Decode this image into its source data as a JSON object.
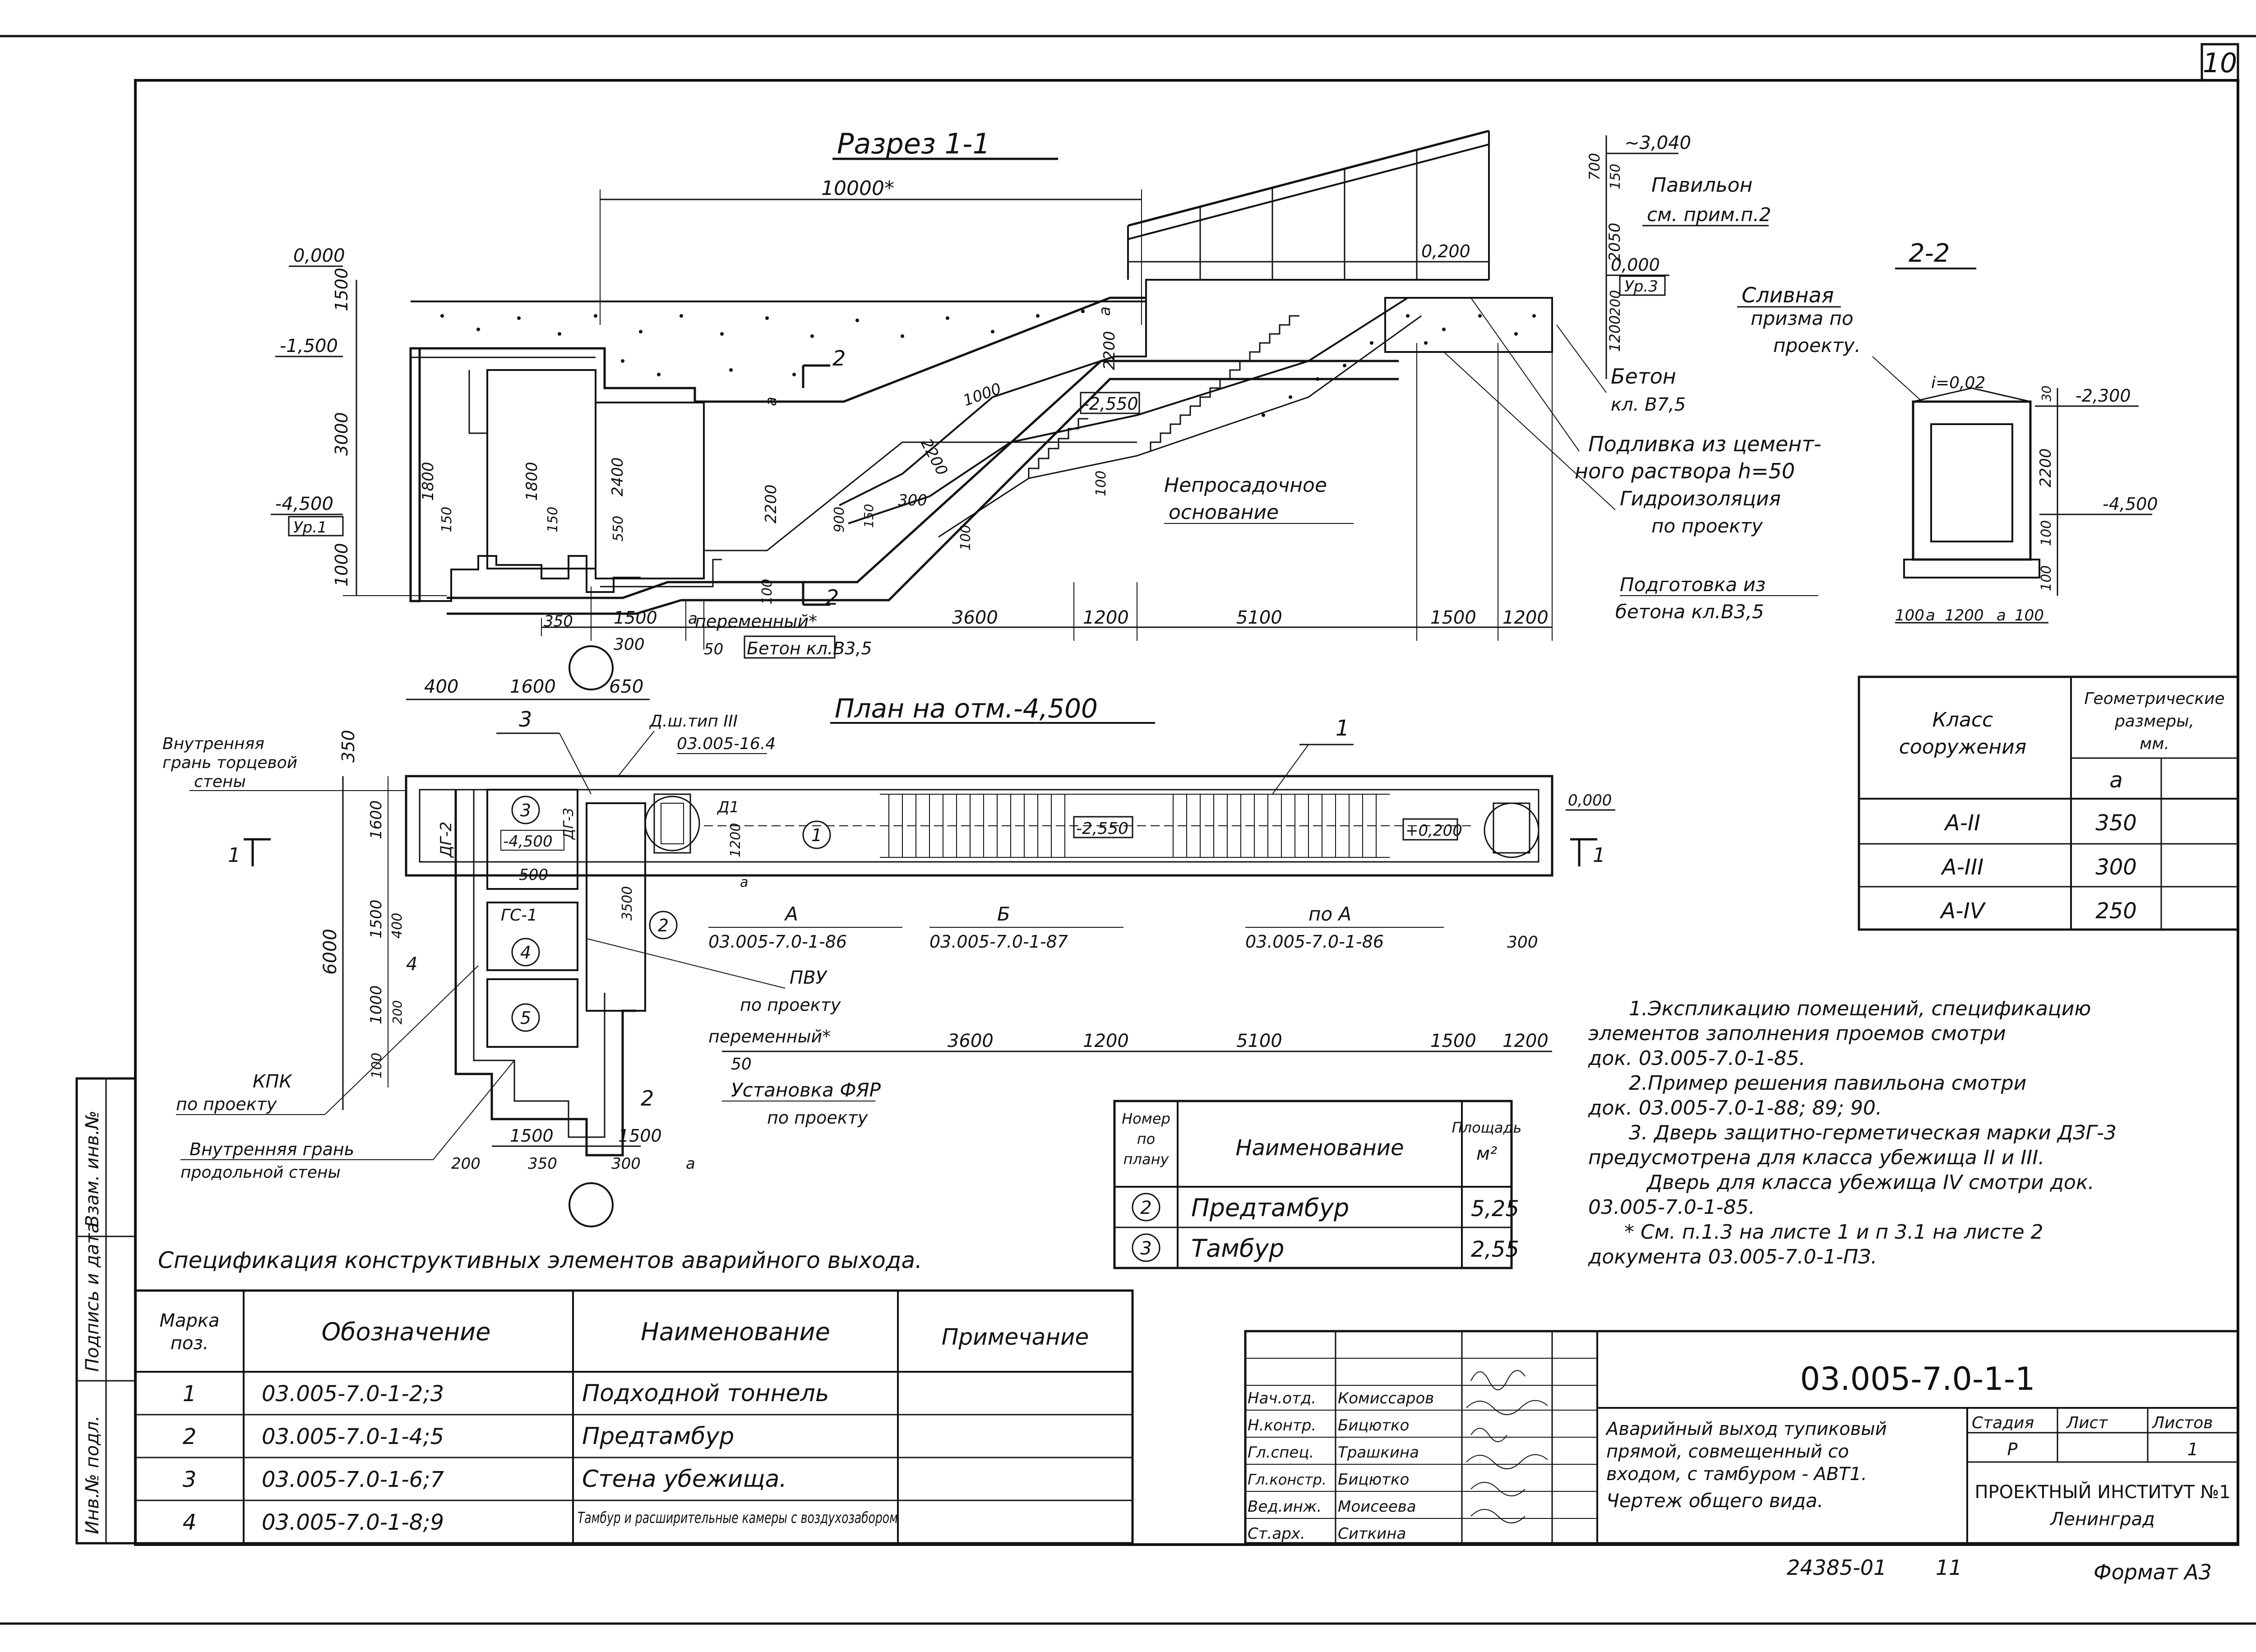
{
  "sheet": {
    "number": "10",
    "format": "Формат А3",
    "archive_no": "24385-01",
    "archive_page": "11"
  },
  "section_1_1": {
    "title": "Разрез 1-1",
    "dims_top": "10000*",
    "elev_roof": "~3,040",
    "pavilion": "Павильон",
    "pavilion_ref": "см. прим.п.2",
    "elev_0200": "0,200",
    "elev_0000": "0,000",
    "elev_ur3": "Ур.3",
    "elev_left_0": "0,000",
    "elev_left_1500": "-1,500",
    "elev_left_4500": "-4,500",
    "elev_ur1": "Ур.1",
    "elev_2550": "-2,550",
    "beton": "Бетон",
    "beton_cls": "кл. В7,5",
    "podlivka": "Подливка из цемент-",
    "podlivka2": "ного раствора h=50",
    "gidro": "Гидроизоляция",
    "gidro2": "по проекту",
    "podgotovka": "Подготовка из",
    "podgotovka2": "бетона кл.В3,5",
    "neprosad": "Непросадочное",
    "neprosad2": "основание",
    "peremenny": "переменный*",
    "beton_bottom": "Бетон кл.В3,5",
    "v_dims": [
      "1500",
      "3000",
      "1000",
      "1800",
      "150",
      "1800",
      "150",
      "2400",
      "550",
      "2200",
      "900",
      "150",
      "300",
      "2200",
      "100",
      "150",
      "700",
      "150",
      "2050",
      "200",
      "1200",
      "1000",
      "2200",
      "100",
      "2200",
      "100"
    ],
    "h_dims": [
      "350",
      "1500",
      "a",
      "300",
      "50",
      "3600",
      "1200",
      "5100",
      "1500",
      "1200"
    ]
  },
  "section_2_2": {
    "title": "2-2",
    "slivnaya": "Сливная",
    "slivnaya2": "призма по",
    "slivnaya3": "проекту.",
    "slope": "i=0,02",
    "elev_2300": "-2,300",
    "elev_4500": "-4,500",
    "dims": [
      "30",
      "2200",
      "100",
      "100",
      "a",
      "1200",
      "a",
      "100"
    ]
  },
  "plan": {
    "title": "План на отм.-4,500",
    "door_type": "Д.ш.тип III",
    "door_ref": "03.005-16.4",
    "label_1": "1",
    "label_3": "3",
    "inner_face": "Внутренняя",
    "inner_face2": "грань торцевой",
    "inner_face3": "стены",
    "kpk": "КПК",
    "kpk2": "по проекту",
    "inner_long": "Внутренняя грань",
    "inner_long2": "продольной стены",
    "pvu": "ПВУ",
    "pvu2": "по проекту",
    "peremenny": "переменный*",
    "ustanovka": "Установка ФЯР",
    "ustanovka2": "по проекту",
    "sec_a": "А",
    "sec_a_ref": "03.005-7.0-1-86",
    "sec_b": "Б",
    "sec_b_ref": "03.005-7.0-1-87",
    "sec_poa": "по А",
    "sec_poa_ref": "03.005-7.0-1-86",
    "elev_4500": "-4,500",
    "elev_2550": "-2,550",
    "elev_0200": "+0,200",
    "elev_0000": "0,000",
    "rooms": [
      "1",
      "2",
      "3",
      "4",
      "5"
    ],
    "gs": "ГС-1",
    "d1": "Д1",
    "dg2": "ДГ-2",
    "dg3": "ДГ-3",
    "top_dims": [
      "400",
      "1600",
      "650",
      "350"
    ],
    "v_dims": [
      "1600",
      "6000",
      "1500",
      "400",
      "1000",
      "200",
      "100",
      "3500",
      "1200",
      "500"
    ],
    "bottom_dims": [
      "50",
      "3600",
      "1200",
      "5100",
      "1500",
      "1200",
      "300",
      "1500",
      "1500",
      "200",
      "350",
      "300",
      "a"
    ]
  },
  "class_table": {
    "h1": "Класс сооружения",
    "h2": "Геометрические размеры, мм.",
    "h3": "a",
    "rows": [
      {
        "cls": "А-II",
        "a": "350"
      },
      {
        "cls": "А-III",
        "a": "300"
      },
      {
        "cls": "А-IV",
        "a": "250"
      }
    ]
  },
  "notes": [
    "1.Экспликацию помещений, спецификацию",
    "элементов заполнения проемов смотри",
    "док. 03.005-7.0-1-85.",
    "2.Пример решения павильона смотри",
    "док. 03.005-7.0-1-88; 89; 90.",
    "3. Дверь защитно-герметическая марки ДЗГ-3",
    "предусмотрена для класса убежища II и III.",
    "Дверь для класса убежища IV смотри док.",
    "03.005-7.0-1-85.",
    "* См. п.1.3 на листе 1 и п 3.1 на листе 2",
    "документа 03.005-7.0-1-ПЗ."
  ],
  "rooms_table": {
    "h_num": "Номер по плану",
    "h_name": "Наименование",
    "h_area": "Площадь м²",
    "rows": [
      {
        "num": "2",
        "name": "Предтамбур",
        "area": "5,25"
      },
      {
        "num": "3",
        "name": "Тамбур",
        "area": "2,55"
      }
    ]
  },
  "spec": {
    "title": "Спецификация конструктивных элементов аварийного выхода.",
    "headers": [
      "Марка поз.",
      "Обозначение",
      "Наименование",
      "Примечание"
    ],
    "rows": [
      {
        "pos": "1",
        "code": "03.005-7.0-1-2;3",
        "name": "Подходной тоннель",
        "note": ""
      },
      {
        "pos": "2",
        "code": "03.005-7.0-1-4;5",
        "name": "Предтамбур",
        "note": ""
      },
      {
        "pos": "3",
        "code": "03.005-7.0-1-6;7",
        "name": "Стена убежища.",
        "note": ""
      },
      {
        "pos": "4",
        "code": "03.005-7.0-1-8;9",
        "name": "Тамбур и расширительные камеры с воздухозабором",
        "note": ""
      }
    ]
  },
  "side_stamp": [
    "Инв.№ подл.",
    "Подпись и дата",
    "Взам. инв.№"
  ],
  "title_block": {
    "code": "03.005-7.0-1-1",
    "roles": [
      {
        "role": "Нач.отд.",
        "name": "Комиссаров"
      },
      {
        "role": "Н.контр.",
        "name": "Бицютко"
      },
      {
        "role": "Гл.спец.",
        "name": "Трашкина"
      },
      {
        "role": "Гл.констр.",
        "name": "Бицютко"
      },
      {
        "role": "Вед.инж.",
        "name": "Моисеева"
      },
      {
        "role": "Ст.арх.",
        "name": "Ситкина"
      }
    ],
    "desc": [
      "Аварийный выход тупиковый",
      "прямой, совмещенный со",
      "входом, с тамбуром - АВТ1.",
      "Чертеж общего вида."
    ],
    "stage_h": "Стадия",
    "sheet_h": "Лист",
    "sheets_h": "Листов",
    "stage": "Р",
    "sheet": "",
    "sheets": "1",
    "org": "ПРОЕКТНЫЙ ИНСТИТУТ №1",
    "city": "Ленинград"
  }
}
